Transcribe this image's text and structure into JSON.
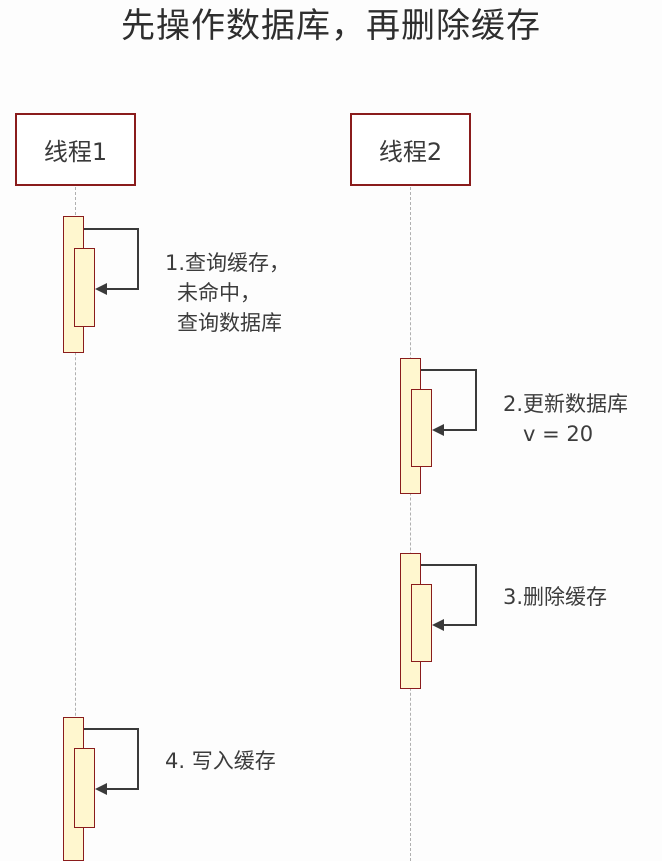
{
  "title": "先操作数据库，再删除缓存",
  "participants": [
    {
      "label": "线程1"
    },
    {
      "label": "线程2"
    }
  ],
  "messages": [
    {
      "lines": [
        "1.查询缓存，",
        "未命中，",
        "查询数据库"
      ],
      "from": "线程1",
      "to": "线程1"
    },
    {
      "lines": [
        "2.更新数据库",
        "v = 20"
      ],
      "from": "线程2",
      "to": "线程2"
    },
    {
      "lines": [
        "3.删除缓存"
      ],
      "from": "线程2",
      "to": "线程2"
    },
    {
      "lines": [
        "4. 写入缓存"
      ],
      "from": "线程1",
      "to": "线程1"
    }
  ],
  "colors": {
    "border": "#8a1c1c",
    "activation_fill": "#fff7cf",
    "lifeline": "#b0b0b0",
    "arrow": "#3a3a3a"
  }
}
